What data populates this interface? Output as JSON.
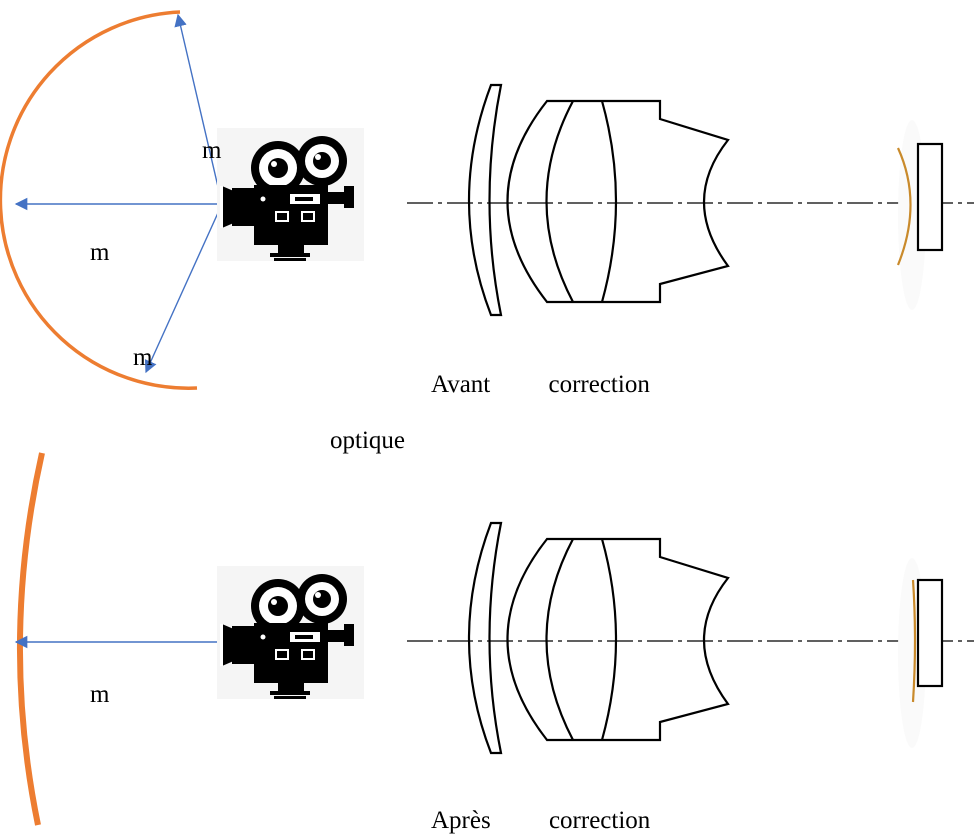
{
  "colors": {
    "field_curve": "#ED7D31",
    "ray": "#4472C4",
    "optics": "#000000",
    "background": "#FFFFFF"
  },
  "icons": {
    "camera": "movie-camera-icon"
  },
  "top_diagram": {
    "radius_labels": [
      "m",
      "m",
      "m"
    ],
    "caption_line1": "Avant correction",
    "caption_line2": "optique"
  },
  "bottom_diagram": {
    "radius_label": "m",
    "caption": "Après correction"
  }
}
